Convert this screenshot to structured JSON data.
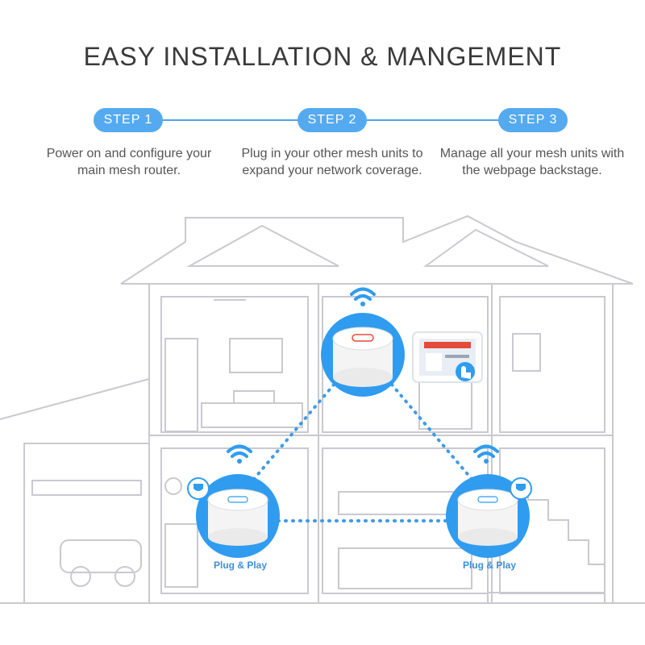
{
  "title": "EASY INSTALLATION & MANGEMENT",
  "steps": [
    {
      "label": "STEP 1",
      "desc": "Power on and configure your main mesh router."
    },
    {
      "label": "STEP 2",
      "desc": "Plug in your other mesh units to expand your network coverage."
    },
    {
      "label": "STEP 3",
      "desc": "Manage all your mesh units with the webpage backstage."
    }
  ],
  "plug_labels": [
    "Plug & Play",
    "Plug & Play"
  ],
  "colors": {
    "accent": "#55aaef",
    "line": "#4fa3e8",
    "house_stroke": "#c9c9d1",
    "dots": "#3d9be9"
  },
  "icons": [
    "wifi-icon",
    "plug-icon",
    "tablet-touch-icon"
  ]
}
